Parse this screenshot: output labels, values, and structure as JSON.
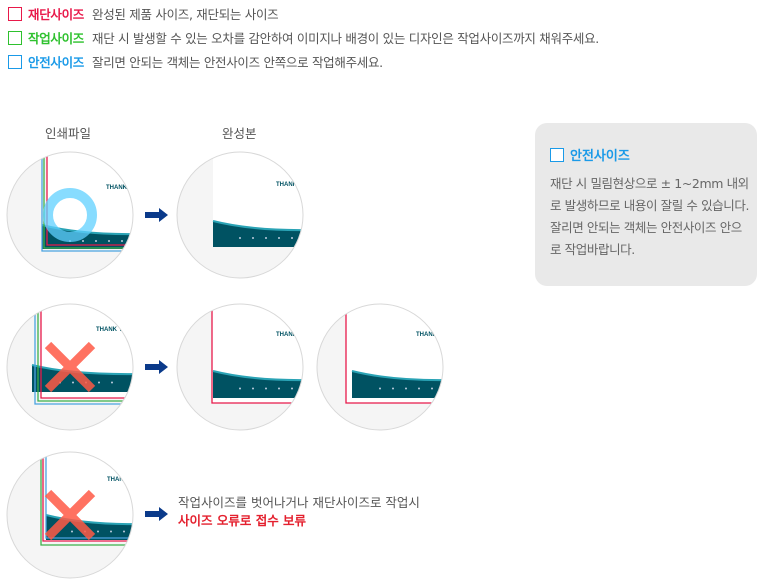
{
  "legend": [
    {
      "key": "재단사이즈",
      "desc": "완성된 제품 사이즈, 재단되는 사이즈",
      "color": "#e8194a"
    },
    {
      "key": "작업사이즈",
      "desc": "재단 시 발생할 수 있는 오차를 감안하여 이미지나 배경이 있는 디자인은 작업사이즈까지 채워주세요.",
      "color": "#2ec12e"
    },
    {
      "key": "안전사이즈",
      "desc": "잘리면 안되는 객체는 안전사이즈 안쪽으로 작업해주세요.",
      "color": "#1a9ae8"
    }
  ],
  "labels": {
    "print_file": "인쇄파일",
    "finished": "완성본"
  },
  "sample_text": "THANK",
  "sample_text_long": "THANK Y",
  "note": {
    "title": "안전사이즈",
    "body": "재단 시 밀림현상으로 ± 1~2mm 내외로 발생하므로 내용이 잘릴 수 있습니다. 잘리면 안되는 객체는 안전사이즈 안으로 작업바랍니다."
  },
  "error": {
    "line1": "작업사이즈를 벗어나거나 재단사이즈로 작업시",
    "line2": "사이즈 오류로 접수 보류"
  },
  "colors": {
    "band": "#005262",
    "arrow": "#0a3a8a",
    "cross": "#ff5a46"
  }
}
